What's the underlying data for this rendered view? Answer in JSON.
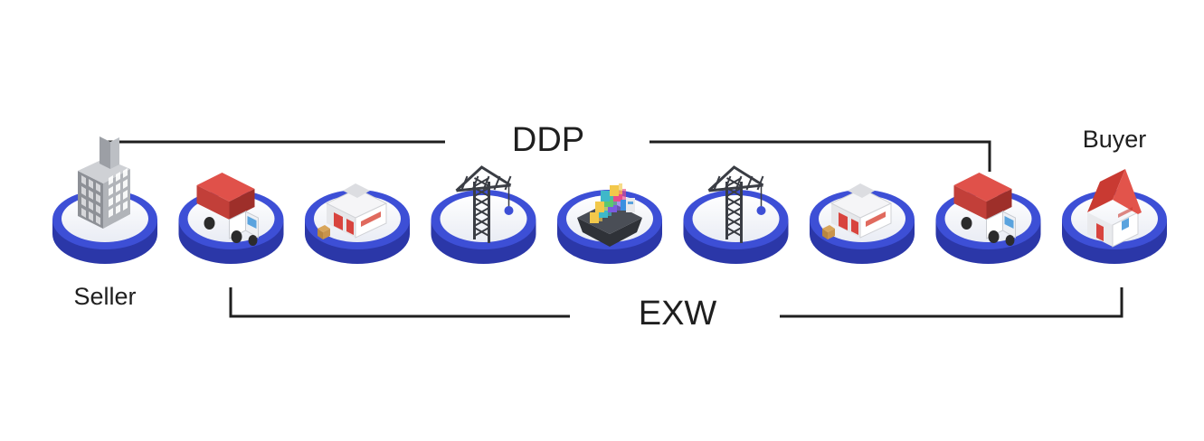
{
  "terms": {
    "ddp": "DDP",
    "exw": "EXW"
  },
  "parties": {
    "seller": "Seller",
    "buyer": "Buyer"
  },
  "stages": [
    {
      "icon": "factory-icon"
    },
    {
      "icon": "truck-icon"
    },
    {
      "icon": "warehouse-icon"
    },
    {
      "icon": "port-crane-icon"
    },
    {
      "icon": "cargo-ship-icon"
    },
    {
      "icon": "port-crane-icon"
    },
    {
      "icon": "warehouse-icon"
    },
    {
      "icon": "truck-icon"
    },
    {
      "icon": "house-icon"
    }
  ],
  "colors": {
    "platform_blue": "#3d4fd6",
    "platform_dark": "#2b37a8",
    "line": "#1f1f1f"
  }
}
